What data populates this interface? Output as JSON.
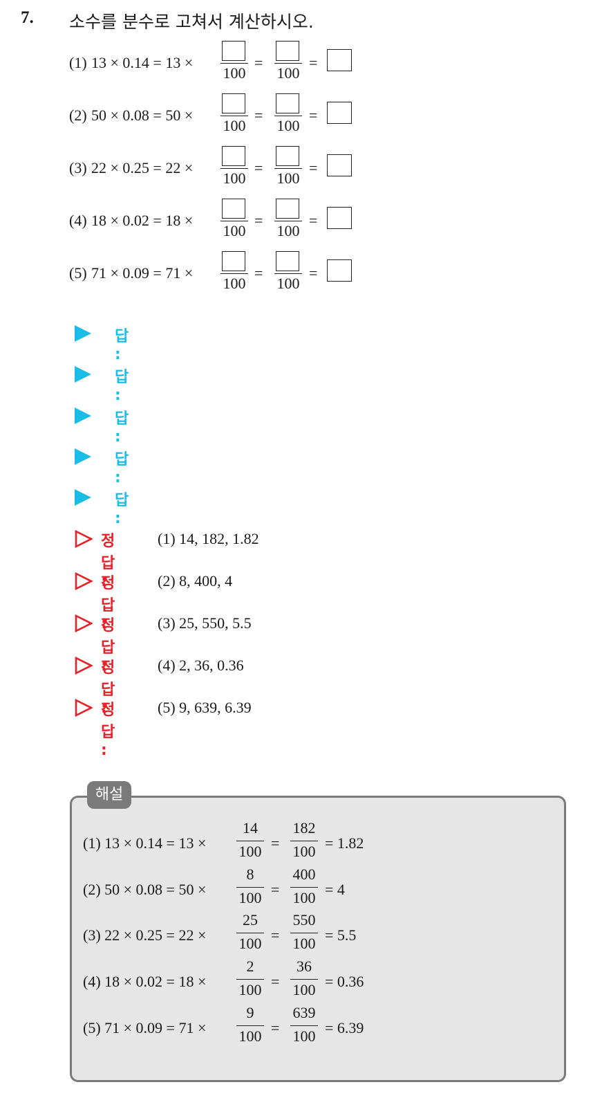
{
  "question": {
    "number": "7.",
    "text": "소수를 분수로 고쳐서 계산하시오."
  },
  "problems": [
    {
      "label": "(1)",
      "lhs": "13 × 0.14 = 13 ×",
      "den": "100"
    },
    {
      "label": "(2)",
      "lhs": "50 × 0.08 = 50 ×",
      "den": "100"
    },
    {
      "label": "(3)",
      "lhs": "22 × 0.25 = 22 ×",
      "den": "100"
    },
    {
      "label": "(4)",
      "lhs": "18 × 0.02 = 18 ×",
      "den": "100"
    },
    {
      "label": "(5)",
      "lhs": "71 × 0.09 = 71 ×",
      "den": "100"
    }
  ],
  "eq": "=",
  "answer_label": "답 :",
  "solution_label": "정답 :",
  "solutions": [
    "(1) 14, 182, 1.82",
    "(2) 8, 400, 4",
    "(3) 25, 550, 5.5",
    "(4) 2, 36, 0.36",
    "(5) 9, 639, 6.39"
  ],
  "explanation": {
    "tab": "해설",
    "lines": [
      {
        "lhs": "(1) 13 × 0.14 = 13 ×",
        "n1": "14",
        "n2": "182",
        "den": "100",
        "result": "= 1.82"
      },
      {
        "lhs": "(2) 50 × 0.08 = 50 ×",
        "n1": "8",
        "n2": "400",
        "den": "100",
        "result": "= 4"
      },
      {
        "lhs": "(3) 22 × 0.25 = 22 ×",
        "n1": "25",
        "n2": "550",
        "den": "100",
        "result": "= 5.5"
      },
      {
        "lhs": "(4) 18 × 0.02 = 18 ×",
        "n1": "2",
        "n2": "36",
        "den": "100",
        "result": "= 0.36"
      },
      {
        "lhs": "(5) 71 × 0.09 = 71 ×",
        "n1": "9",
        "n2": "639",
        "den": "100",
        "result": "= 6.39"
      }
    ]
  },
  "colors": {
    "answer_accent": "#19bde6",
    "solution_accent": "#e8202a",
    "panel_border": "#7a7a7a",
    "panel_bg": "#e6e6e6"
  }
}
